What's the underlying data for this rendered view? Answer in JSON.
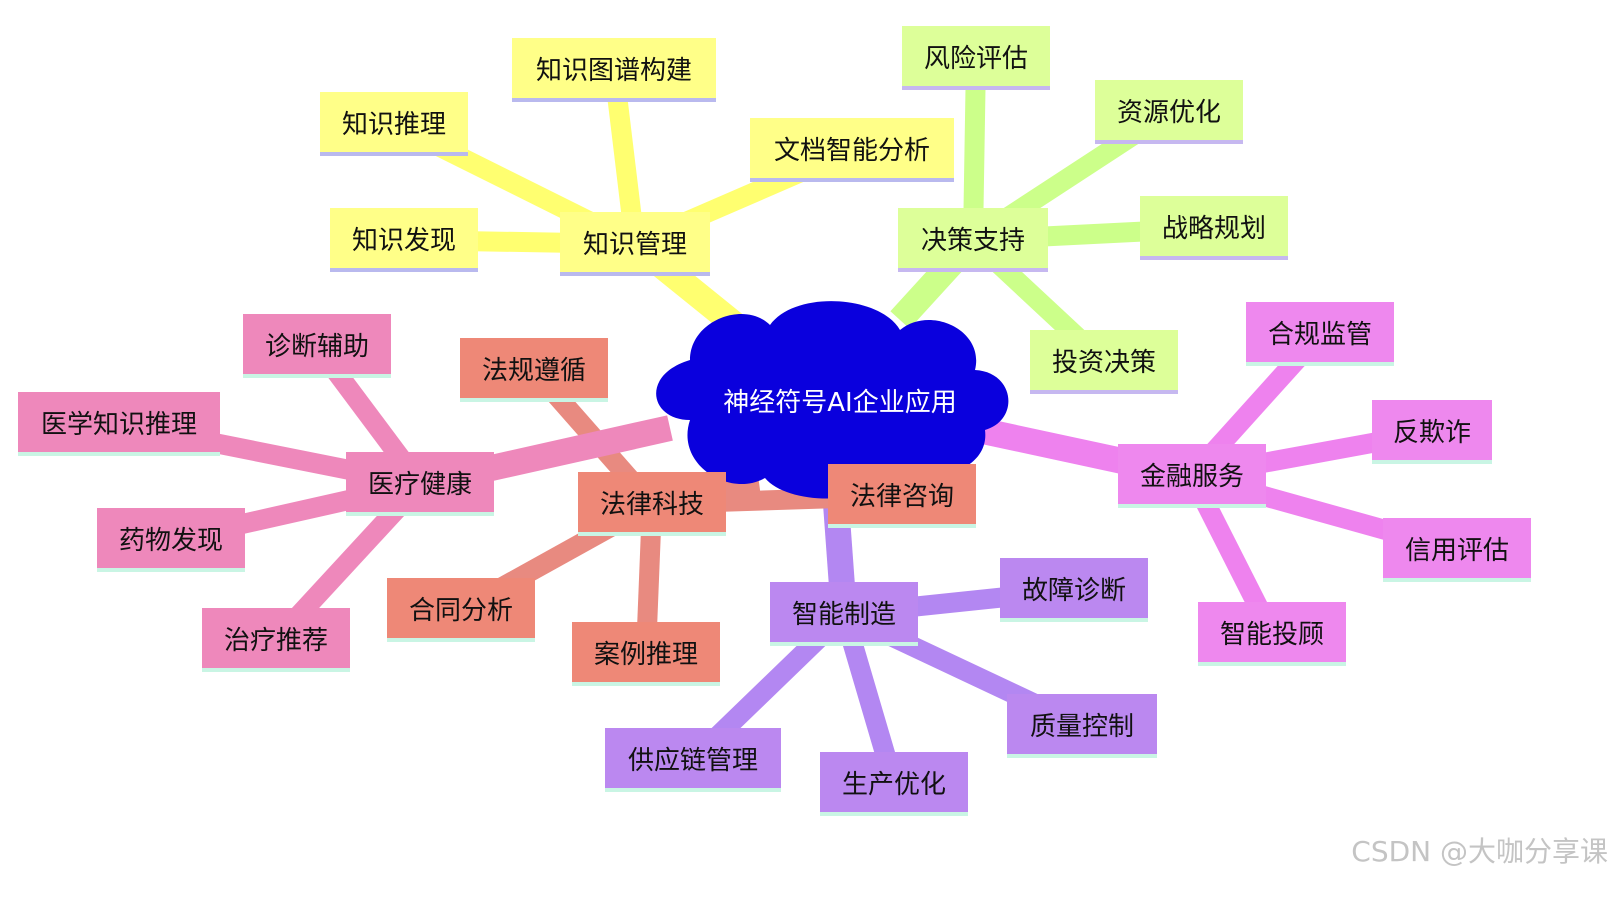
{
  "center": {
    "label": "神经符号AI企业应用",
    "color": "#0a00dd"
  },
  "branches": [
    {
      "id": "knowledge",
      "label": "知识管理",
      "color": "#ffff88",
      "line": "#ffff70",
      "border": "#b9b9ee",
      "children": [
        "知识图谱构建",
        "知识推理",
        "文档智能分析",
        "知识发现"
      ]
    },
    {
      "id": "decision",
      "label": "决策支持",
      "color": "#ddff99",
      "line": "#ccff8a",
      "border": "#c6b8f0",
      "children": [
        "风险评估",
        "资源优化",
        "战略规划",
        "投资决策"
      ]
    },
    {
      "id": "finance",
      "label": "金融服务",
      "color": "#ee88ee",
      "line": "#ee82ee",
      "border": "#c9f5e4",
      "children": [
        "合规监管",
        "反欺诈",
        "信用评估",
        "智能投顾"
      ]
    },
    {
      "id": "manufacturing",
      "label": "智能制造",
      "color": "#bb88f0",
      "line": "#b387f2",
      "border": "#c9f5e4",
      "children": [
        "故障诊断",
        "质量控制",
        "生产优化",
        "供应链管理"
      ]
    },
    {
      "id": "legal",
      "label": "法律科技",
      "color": "#ee8877",
      "line": "#e88a80",
      "border": "#c9f5e4",
      "children": [
        "法规遵循",
        "法律咨询",
        "合同分析",
        "案例推理"
      ]
    },
    {
      "id": "medical",
      "label": "医疗健康",
      "color": "#ee88bb",
      "line": "#ee88bb",
      "border": "#c9f5e4",
      "children": [
        "诊断辅助",
        "医学知识推理",
        "药物发现",
        "治疗推荐"
      ]
    }
  ],
  "watermark": "CSDN @大咖分享课"
}
